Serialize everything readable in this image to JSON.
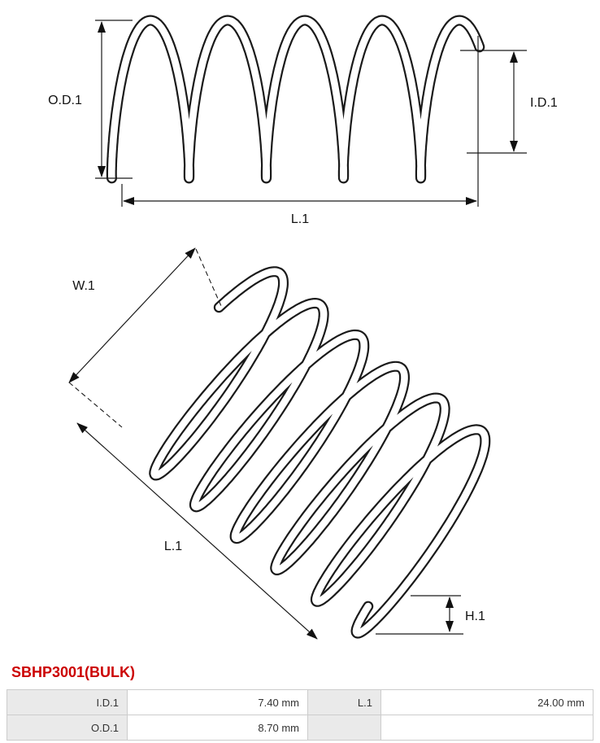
{
  "part_code": "SBHP3001(BULK)",
  "colors": {
    "accent_red": "#cc0000",
    "label_bg": "#eaeaea",
    "table_border": "#cccccc",
    "line": "#1a1a1a"
  },
  "diagram": {
    "side_view": {
      "labels": {
        "od": "O.D.1",
        "id": "I.D.1",
        "length": "L.1"
      }
    },
    "iso_view": {
      "labels": {
        "width": "W.1",
        "length": "L.1",
        "height": "H.1"
      }
    }
  },
  "spec_table": {
    "rows": [
      {
        "label1": "I.D.1",
        "value1": "7.40 mm",
        "label2": "L.1",
        "value2": "24.00 mm"
      },
      {
        "label1": "O.D.1",
        "value1": "8.70 mm",
        "label2": "",
        "value2": ""
      }
    ]
  }
}
